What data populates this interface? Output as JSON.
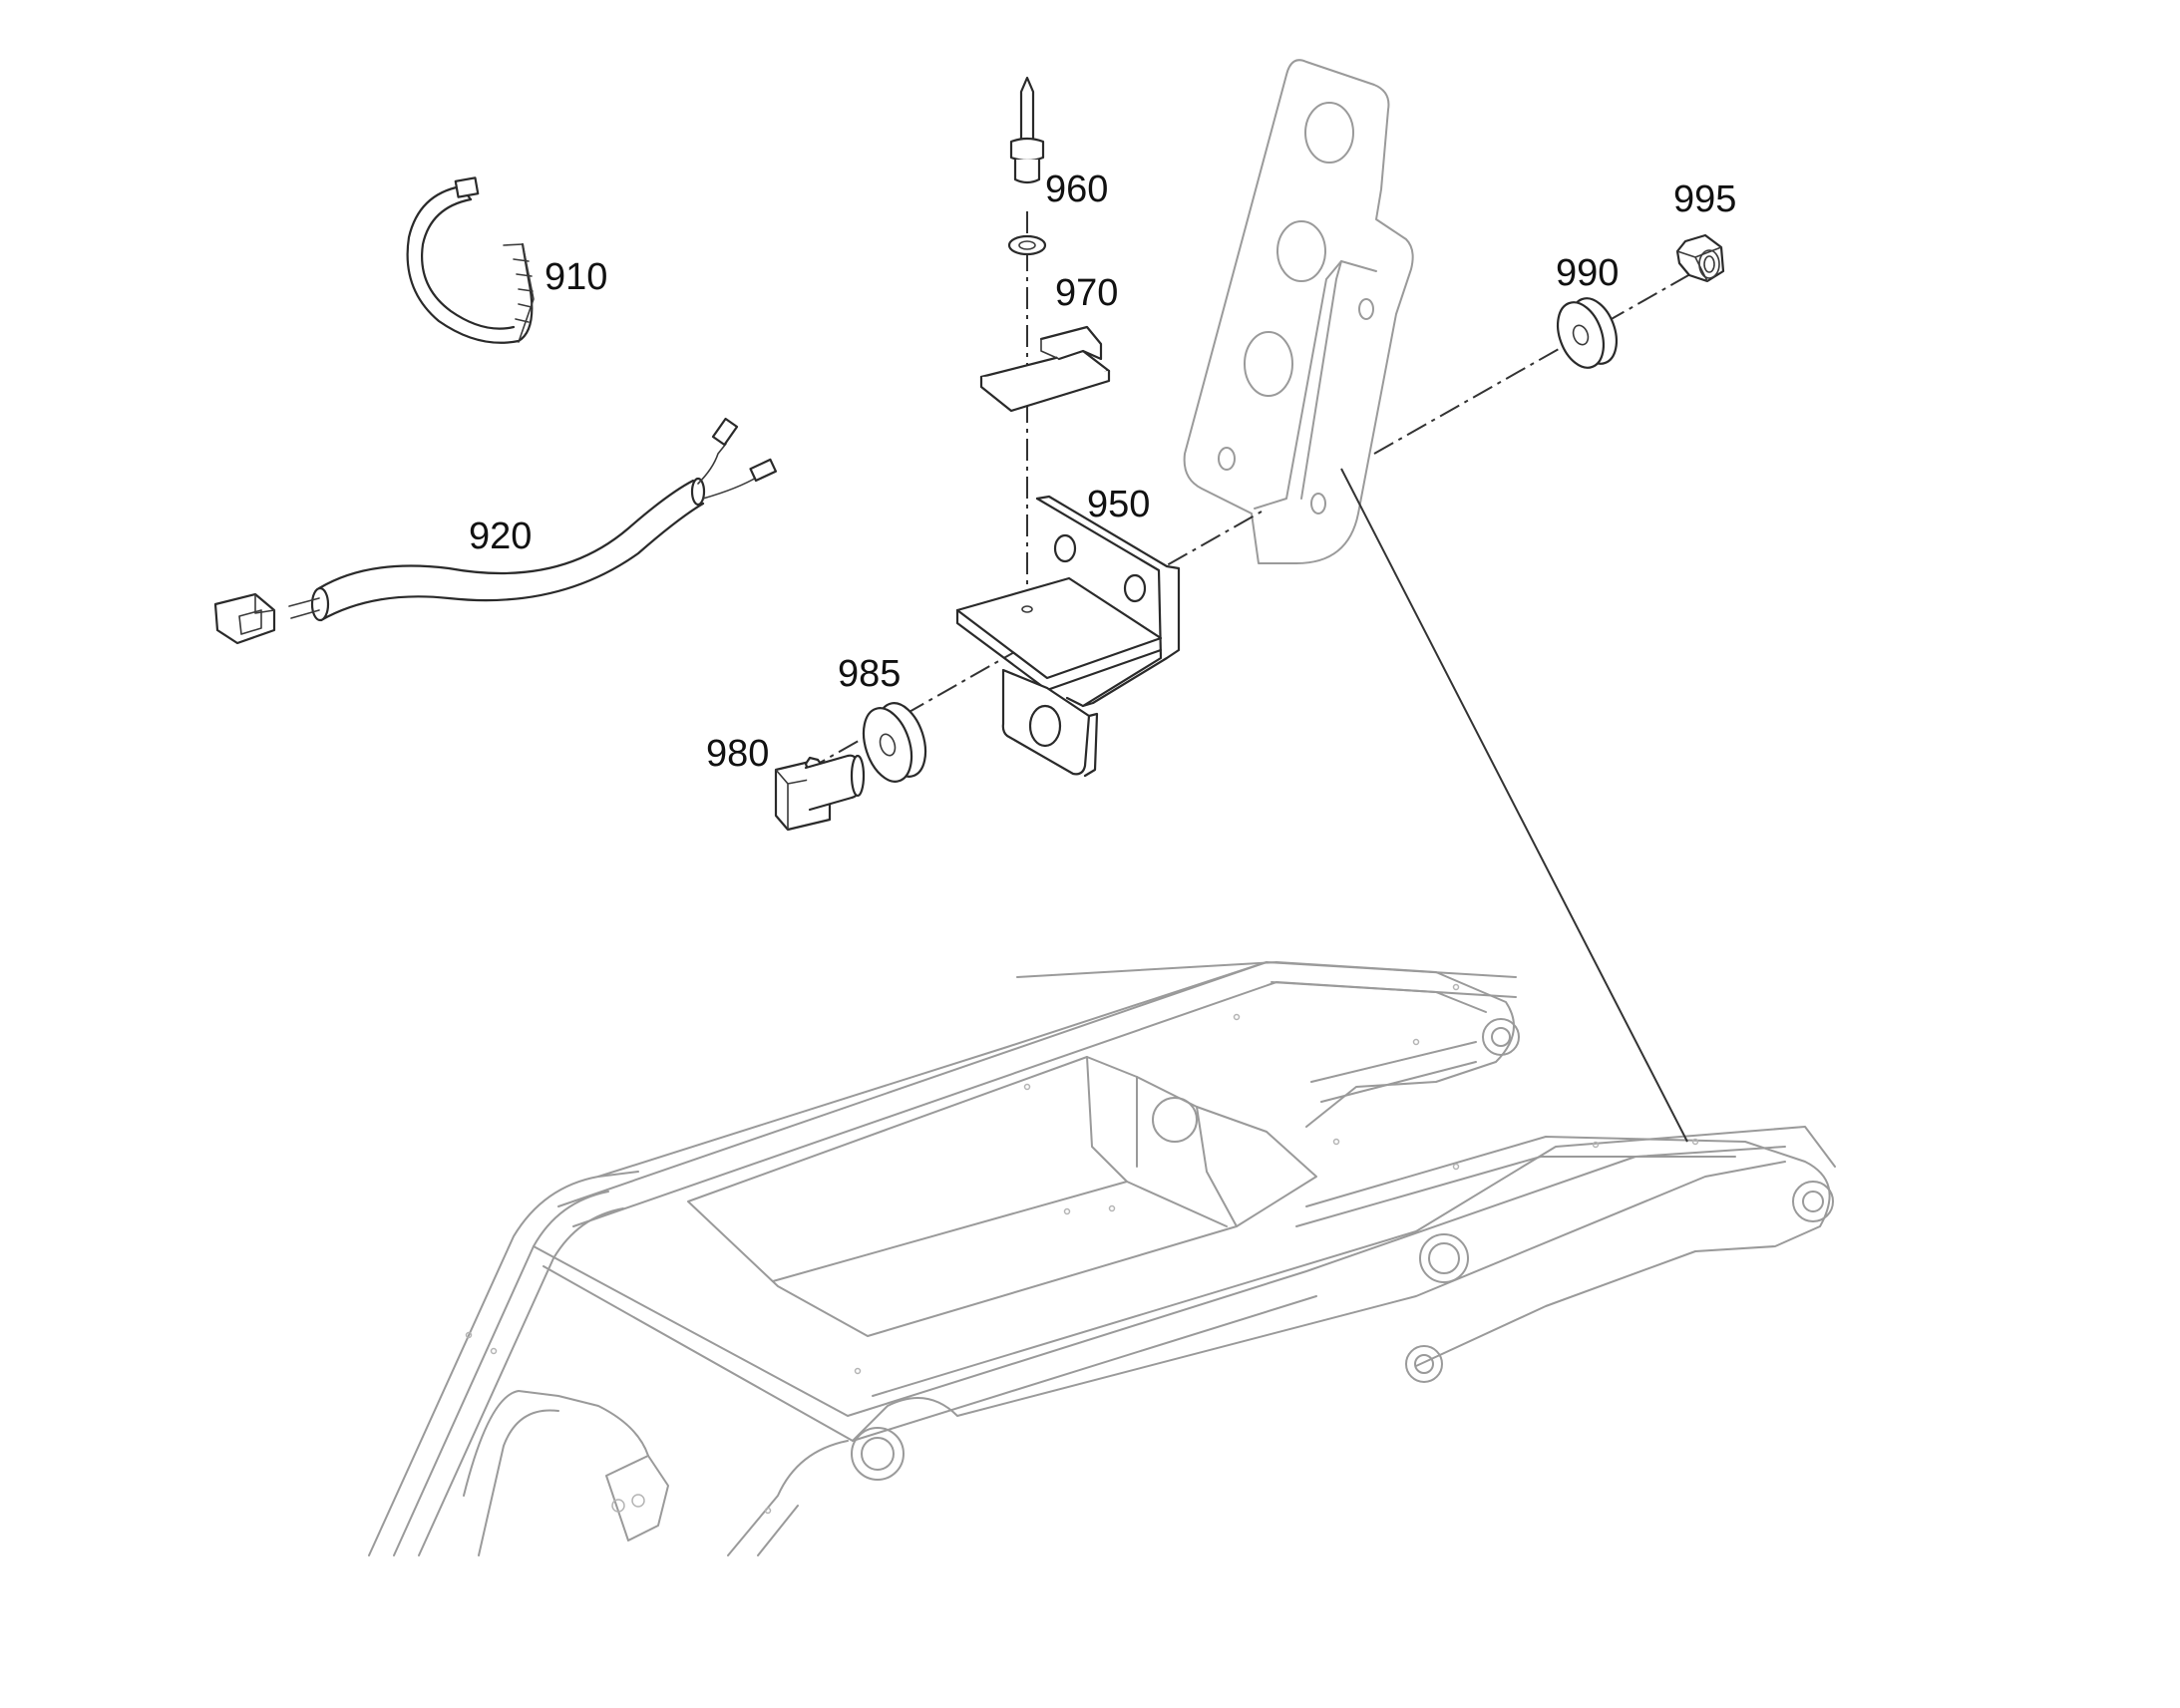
{
  "parts": [
    {
      "id": "band",
      "number": "910"
    },
    {
      "id": "harness",
      "number": "920"
    },
    {
      "id": "bracket",
      "number": "950"
    },
    {
      "id": "pin",
      "number": "960"
    },
    {
      "id": "clip",
      "number": "970"
    },
    {
      "id": "bolt",
      "number": "980"
    },
    {
      "id": "washer-front",
      "number": "985"
    },
    {
      "id": "washer-rear",
      "number": "990"
    },
    {
      "id": "nut",
      "number": "995"
    }
  ]
}
